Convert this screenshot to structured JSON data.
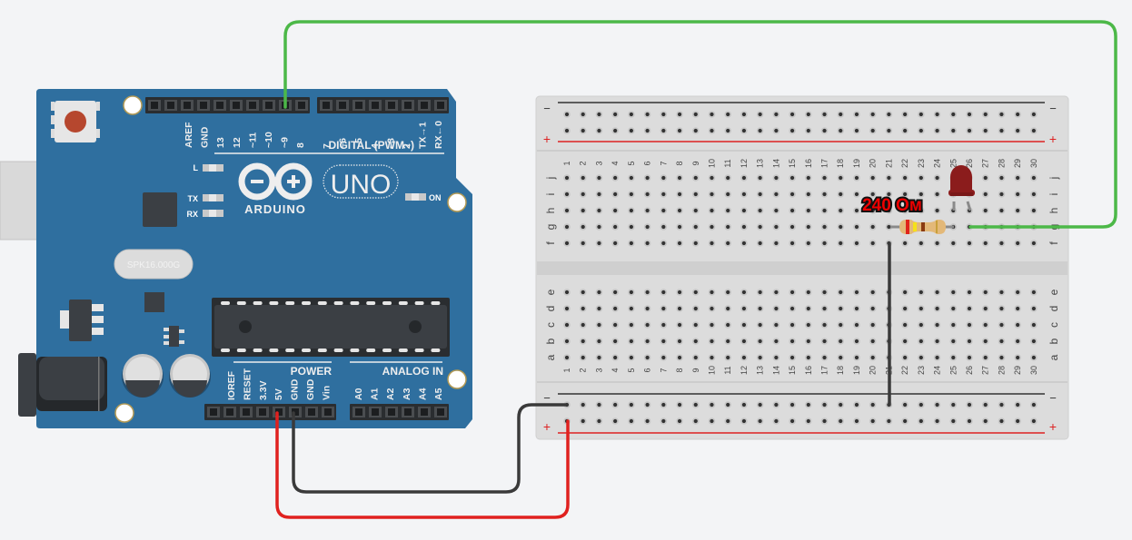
{
  "canvas": {
    "background": "#f3f4f6"
  },
  "arduino": {
    "brand": "ARDUINO",
    "model": "UNO",
    "crystal_label": "SPK16.000G",
    "board_color": "#2f6f9f",
    "led_labels": {
      "l": "L",
      "tx": "TX",
      "rx": "RX",
      "on": "ON"
    },
    "digital_header_title": "DIGITAL (PWM~)",
    "digital_pins_left": [
      "AREF",
      "GND",
      "13",
      "12",
      "~11",
      "~10",
      "~9",
      "8"
    ],
    "digital_pins_right": [
      "7",
      "~6",
      "~5",
      "4",
      "~3",
      "2",
      "TX→1",
      "RX←0"
    ],
    "power_header_title": "POWER",
    "power_pins": [
      "IOREF",
      "RESET",
      "3.3V",
      "5V",
      "GND",
      "GND",
      "Vin"
    ],
    "analog_header_title": "ANALOG IN",
    "analog_pins": [
      "A0",
      "A1",
      "A2",
      "A3",
      "A4",
      "A5"
    ]
  },
  "breadboard": {
    "columns": 30,
    "top_rows": [
      "j",
      "i",
      "h",
      "g",
      "f"
    ],
    "bottom_rows": [
      "e",
      "d",
      "c",
      "b",
      "a"
    ],
    "rail_minus": "−",
    "rail_plus": "+",
    "rail_plus_color": "#d22",
    "rail_minus_color": "#333"
  },
  "components": {
    "resistor": {
      "label": "240 Ом",
      "value_ohms": 240,
      "bands": [
        "#e0241b",
        "#f5e11a",
        "#8a3b12",
        "#c8a03c"
      ]
    },
    "led": {
      "color": "#8b1c1c"
    }
  },
  "wires": [
    {
      "name": "signal-wire-pin9",
      "from": "~9",
      "to": "breadboard g26",
      "color": "#4cb848"
    },
    {
      "name": "ground-wire-gnd",
      "from": "GND",
      "to": "breadboard bottom − rail",
      "color": "#3a3a3a"
    },
    {
      "name": "power-wire-5v",
      "from": "5V",
      "to": "breadboard bottom + rail",
      "color": "#e0211f"
    },
    {
      "name": "ground-jumper",
      "from": "breadboard f21",
      "to": "breadboard bottom − rail",
      "color": "#3a3a3a"
    }
  ]
}
